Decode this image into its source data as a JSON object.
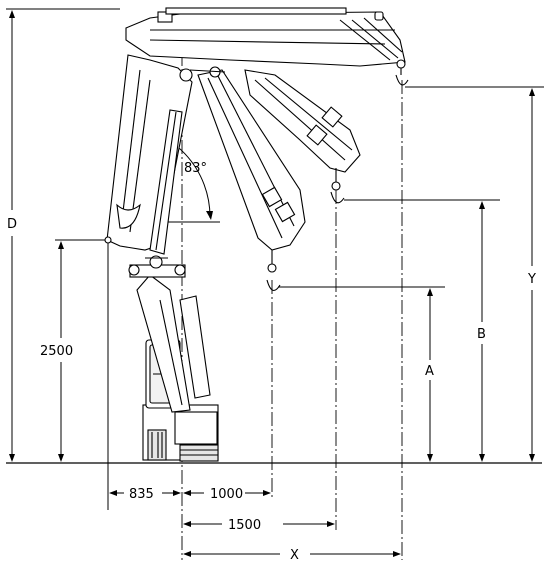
{
  "labels": {
    "d": "D",
    "y": "Y",
    "b": "B",
    "a": "A",
    "x": "X",
    "h2500": "2500",
    "w835": "835",
    "w1000": "1000",
    "w1500": "1500",
    "angle": "83°"
  },
  "colors": {
    "line": "#000000",
    "fill": "#ffffff",
    "shade": "#e6e6e6",
    "dark": "#222222"
  }
}
